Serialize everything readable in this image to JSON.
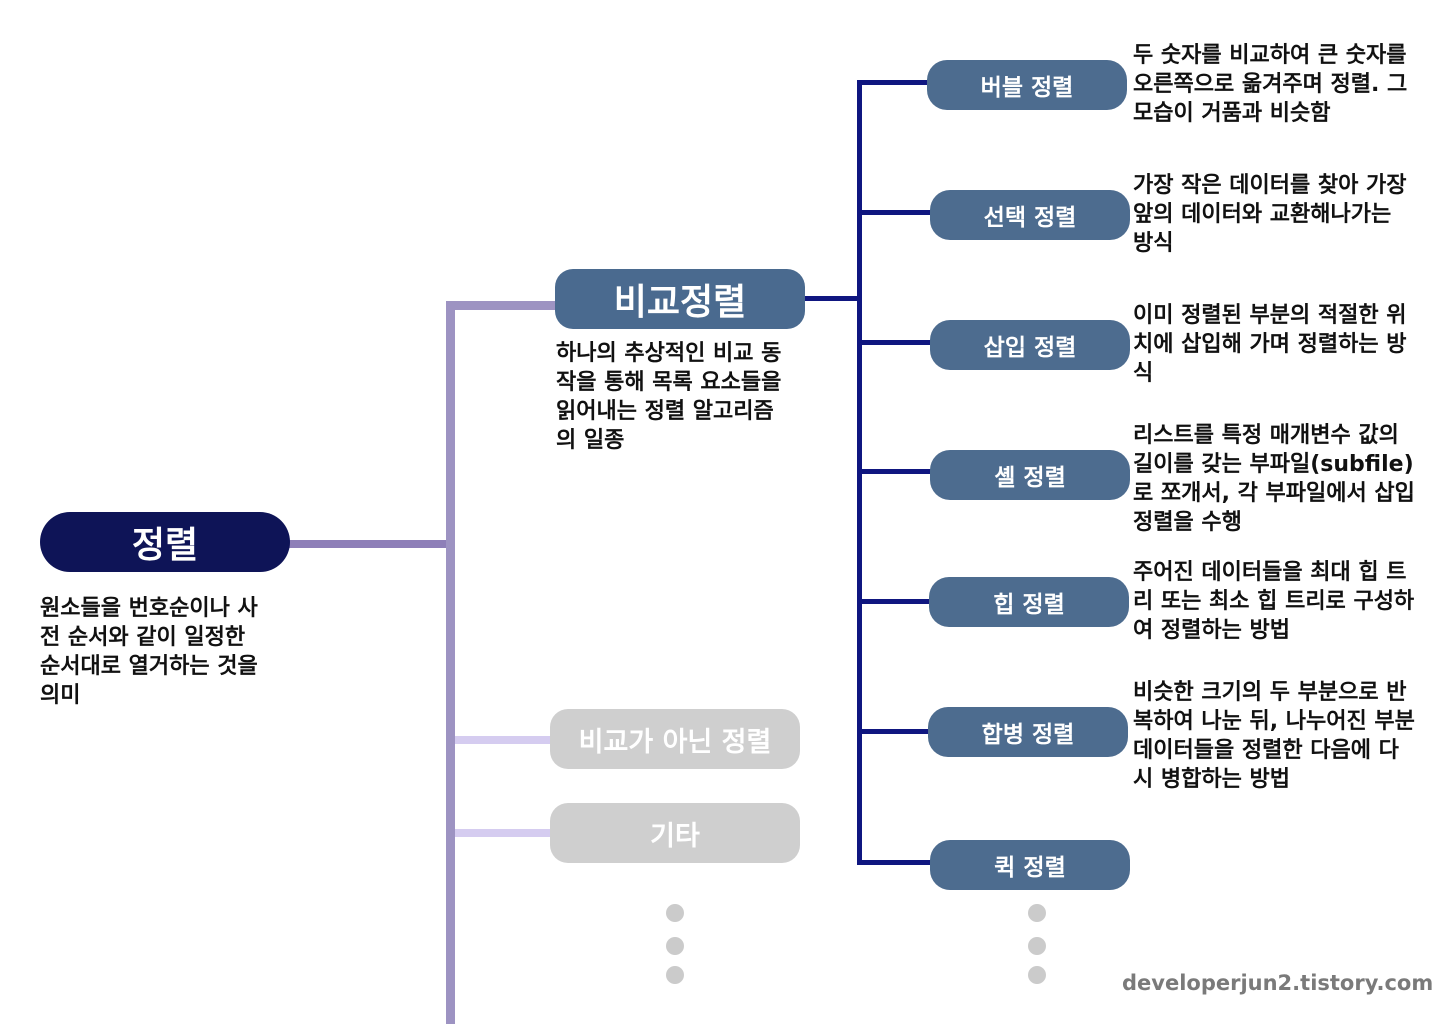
{
  "colors": {
    "root_node": "#0e1457",
    "root_line": "#8e7fb8",
    "trunk_line": "#9d93c2",
    "faded_line": "#d5ccf0",
    "comparison_node": "#4a6a8f",
    "algo_node": "#4d6c8f",
    "algo_line": "#0f1680",
    "faded_node": "#cfcfcf",
    "dot": "#cbcbcb",
    "watermark": "#7a7a7a"
  },
  "root": {
    "label": "정렬",
    "description": "원소들을 번호순이나 사\n전 순서와 같이 일정한\n순서대로 열거하는 것을\n의미"
  },
  "comparison": {
    "label": "비교정렬",
    "description": "하나의 추상적인 비교 동\n작을 통해 목록 요소들을\n읽어내는 정렬 알고리즘\n의 일종"
  },
  "other_categories": [
    {
      "label": "비교가 아닌 정렬"
    },
    {
      "label": "기타"
    }
  ],
  "algorithms": [
    {
      "label": "버블 정렬",
      "description": "두 숫자를 비교하여 큰 숫자를\n오른쪽으로 옮겨주며 정렬. 그\n모습이 거품과 비슷함"
    },
    {
      "label": "선택 정렬",
      "description": "가장 작은 데이터를 찾아 가장\n앞의 데이터와 교환해나가는\n방식"
    },
    {
      "label": "삽입 정렬",
      "description": "이미 정렬된 부분의 적절한 위\n치에 삽입해 가며 정렬하는 방\n식"
    },
    {
      "label": "셸 정렬",
      "description": "리스트를 특정 매개변수 값의\n길이를 갖는 부파일(subfile)\n로 쪼개서, 각 부파일에서 삽입\n정렬을 수행"
    },
    {
      "label": "힙 정렬",
      "description": "주어진 데이터들을 최대 힙 트\n리 또는 최소 힙 트리로 구성하\n여 정렬하는 방법"
    },
    {
      "label": "합병 정렬",
      "description": "비슷한 크기의 두 부분으로 반\n복하여 나눈 뒤, 나누어진 부분\n데이터들을 정렬한 다음에 다\n시 병합하는 방법"
    },
    {
      "label": "퀵 정렬",
      "description": ""
    }
  ],
  "watermark": "developerjun2.tistory.com"
}
